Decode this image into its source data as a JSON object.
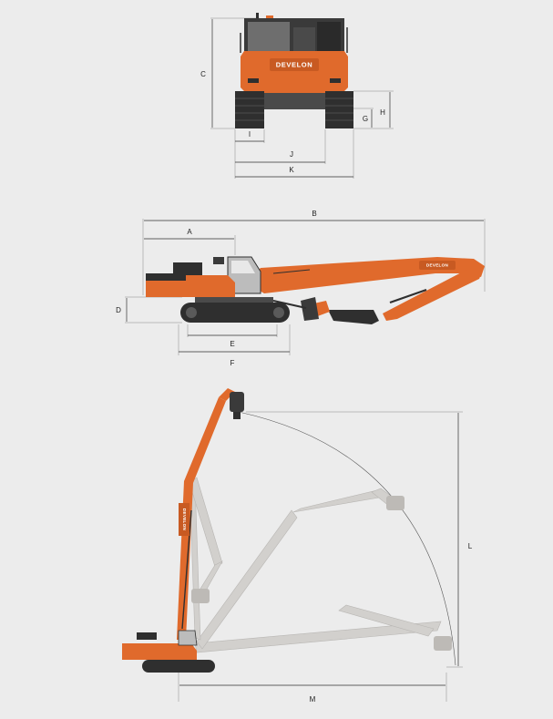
{
  "brand": {
    "name": "DEVELON",
    "color_primary": "#e06a2c",
    "color_dark": "#2f2f2f",
    "color_ghost": "#d2d0cd"
  },
  "dimensions": {
    "A": "A",
    "B": "B",
    "C": "C",
    "D": "D",
    "E": "E",
    "F": "F",
    "G": "G",
    "H": "H",
    "I": "I",
    "J": "J",
    "K": "K",
    "L": "L",
    "M": "M"
  }
}
